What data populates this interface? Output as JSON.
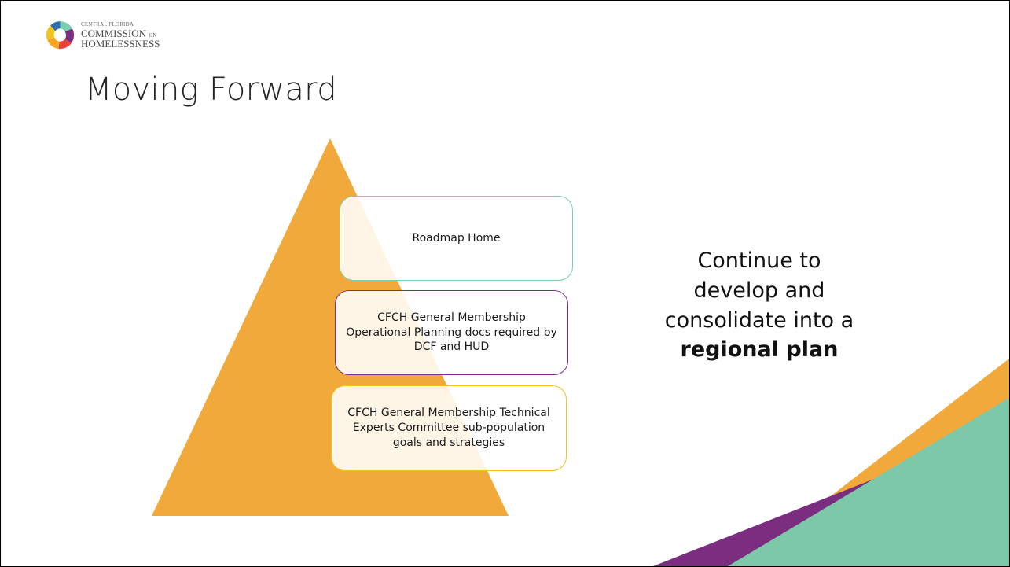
{
  "logo": {
    "line1": "CENTRAL FLORIDA",
    "line2": "COMMISSION",
    "line2_small": "ON",
    "line3": "HOMELESSNESS",
    "icon": "cfch-logo-icon",
    "colors": [
      "#f2c11b",
      "#7ccfae",
      "#7b2d7f",
      "#e8403a",
      "#2f6fb3",
      "#f5a623"
    ]
  },
  "slide": {
    "title": "Moving Forward"
  },
  "pyramid": {
    "color": "#f2a93b",
    "levels": [
      {
        "text": "Roadmap Home",
        "border_color": "#7ccfae"
      },
      {
        "text": "CFCH General Membership Operational Planning docs required by DCF and HUD",
        "border_color": "#7b2d7f"
      },
      {
        "text": "CFCH General Membership Technical Experts Committee sub-population goals and strategies",
        "border_color": "#f2c11b"
      }
    ]
  },
  "callout": {
    "line1": "Continue to",
    "line2": "develop and",
    "line3": "consolidate into a",
    "line4_bold": "regional plan"
  },
  "decor": {
    "colors": [
      "#f2a93b",
      "#7b2d7f",
      "#7cc8a8"
    ]
  }
}
